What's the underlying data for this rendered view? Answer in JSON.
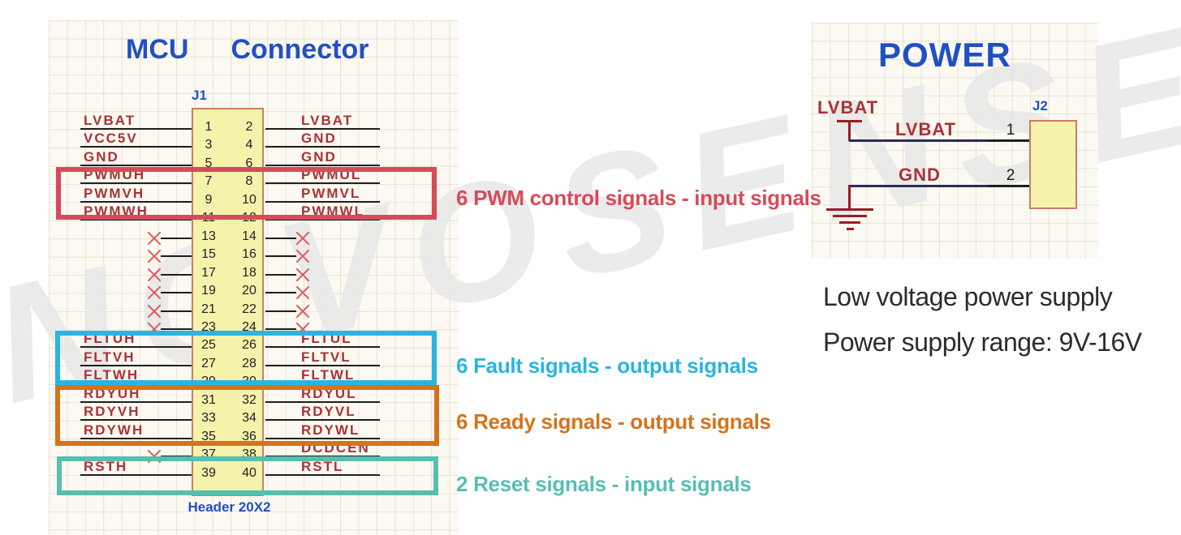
{
  "watermark": "NOVOSENSE",
  "colors": {
    "title_blue": "#2150c4",
    "net_label_red": "#a93237",
    "power_symbol_red": "#9c1b22",
    "pwm_box_red": "#d64b5a",
    "fault_box_cyan": "#29b5e2",
    "ready_box_orange": "#d5731c",
    "reset_box_teal": "#58beb0",
    "connector_body_yellow": "#f5f2ac",
    "connector_border": "#c97e63",
    "wire_black": "#1f1f1f",
    "wire_navy": "#2b2b58",
    "no_connect_red": "#e05a5a"
  },
  "mcu": {
    "title_word1": "MCU",
    "title_word2": "Connector",
    "designator": "J1",
    "footprint": "Header 20X2",
    "rows": [
      {
        "lp": "1",
        "rp": "2",
        "ln": "LVBAT",
        "rn": "LVBAT"
      },
      {
        "lp": "3",
        "rp": "4",
        "ln": "VCC5V",
        "rn": "GND"
      },
      {
        "lp": "5",
        "rp": "6",
        "ln": "GND",
        "rn": "GND"
      },
      {
        "lp": "7",
        "rp": "8",
        "ln": "PWMUH",
        "rn": "PWMUL"
      },
      {
        "lp": "9",
        "rp": "10",
        "ln": "PWMVH",
        "rn": "PWMVL"
      },
      {
        "lp": "11",
        "rp": "12",
        "ln": "PWMWH",
        "rn": "PWMWL"
      },
      {
        "lp": "13",
        "rp": "14",
        "lx": true,
        "rx": true
      },
      {
        "lp": "15",
        "rp": "16",
        "lx": true,
        "rx": true
      },
      {
        "lp": "17",
        "rp": "18",
        "lx": true,
        "rx": true
      },
      {
        "lp": "19",
        "rp": "20",
        "lx": true,
        "rx": true
      },
      {
        "lp": "21",
        "rp": "22",
        "lx": true,
        "rx": true
      },
      {
        "lp": "23",
        "rp": "24",
        "lx": true,
        "rx": true
      },
      {
        "lp": "25",
        "rp": "26",
        "ln": "FLTUH",
        "rn": "FLTUL"
      },
      {
        "lp": "27",
        "rp": "28",
        "ln": "FLTVH",
        "rn": "FLTVL"
      },
      {
        "lp": "29",
        "rp": "30",
        "ln": "FLTWH",
        "rn": "FLTWL"
      },
      {
        "lp": "31",
        "rp": "32",
        "ln": "RDYUH",
        "rn": "RDYUL"
      },
      {
        "lp": "33",
        "rp": "34",
        "ln": "RDYVH",
        "rn": "RDYVL"
      },
      {
        "lp": "35",
        "rp": "36",
        "ln": "RDYWH",
        "rn": "RDYWL"
      },
      {
        "lp": "37",
        "rp": "38",
        "lx": true,
        "rn": "DCDCEN"
      },
      {
        "lp": "39",
        "rp": "40",
        "ln": "RSTH",
        "rn": "RSTL"
      }
    ]
  },
  "annotations": [
    {
      "text": "6 PWM control signals - input signals",
      "color": "#d64b5a"
    },
    {
      "text": "6 Fault signals - output signals",
      "color": "#29b5e2"
    },
    {
      "text": "6 Ready signals - output signals",
      "color": "#d5731c"
    },
    {
      "text": "2 Reset signals - input signals",
      "color": "#58beb0"
    }
  ],
  "power": {
    "title": "POWER",
    "designator": "J2",
    "rail_label": "LVBAT",
    "nets": [
      {
        "name": "LVBAT",
        "pin": "1"
      },
      {
        "name": "GND",
        "pin": "2"
      }
    ],
    "notes": [
      "Low voltage power supply",
      "Power supply range: 9V-16V"
    ]
  }
}
